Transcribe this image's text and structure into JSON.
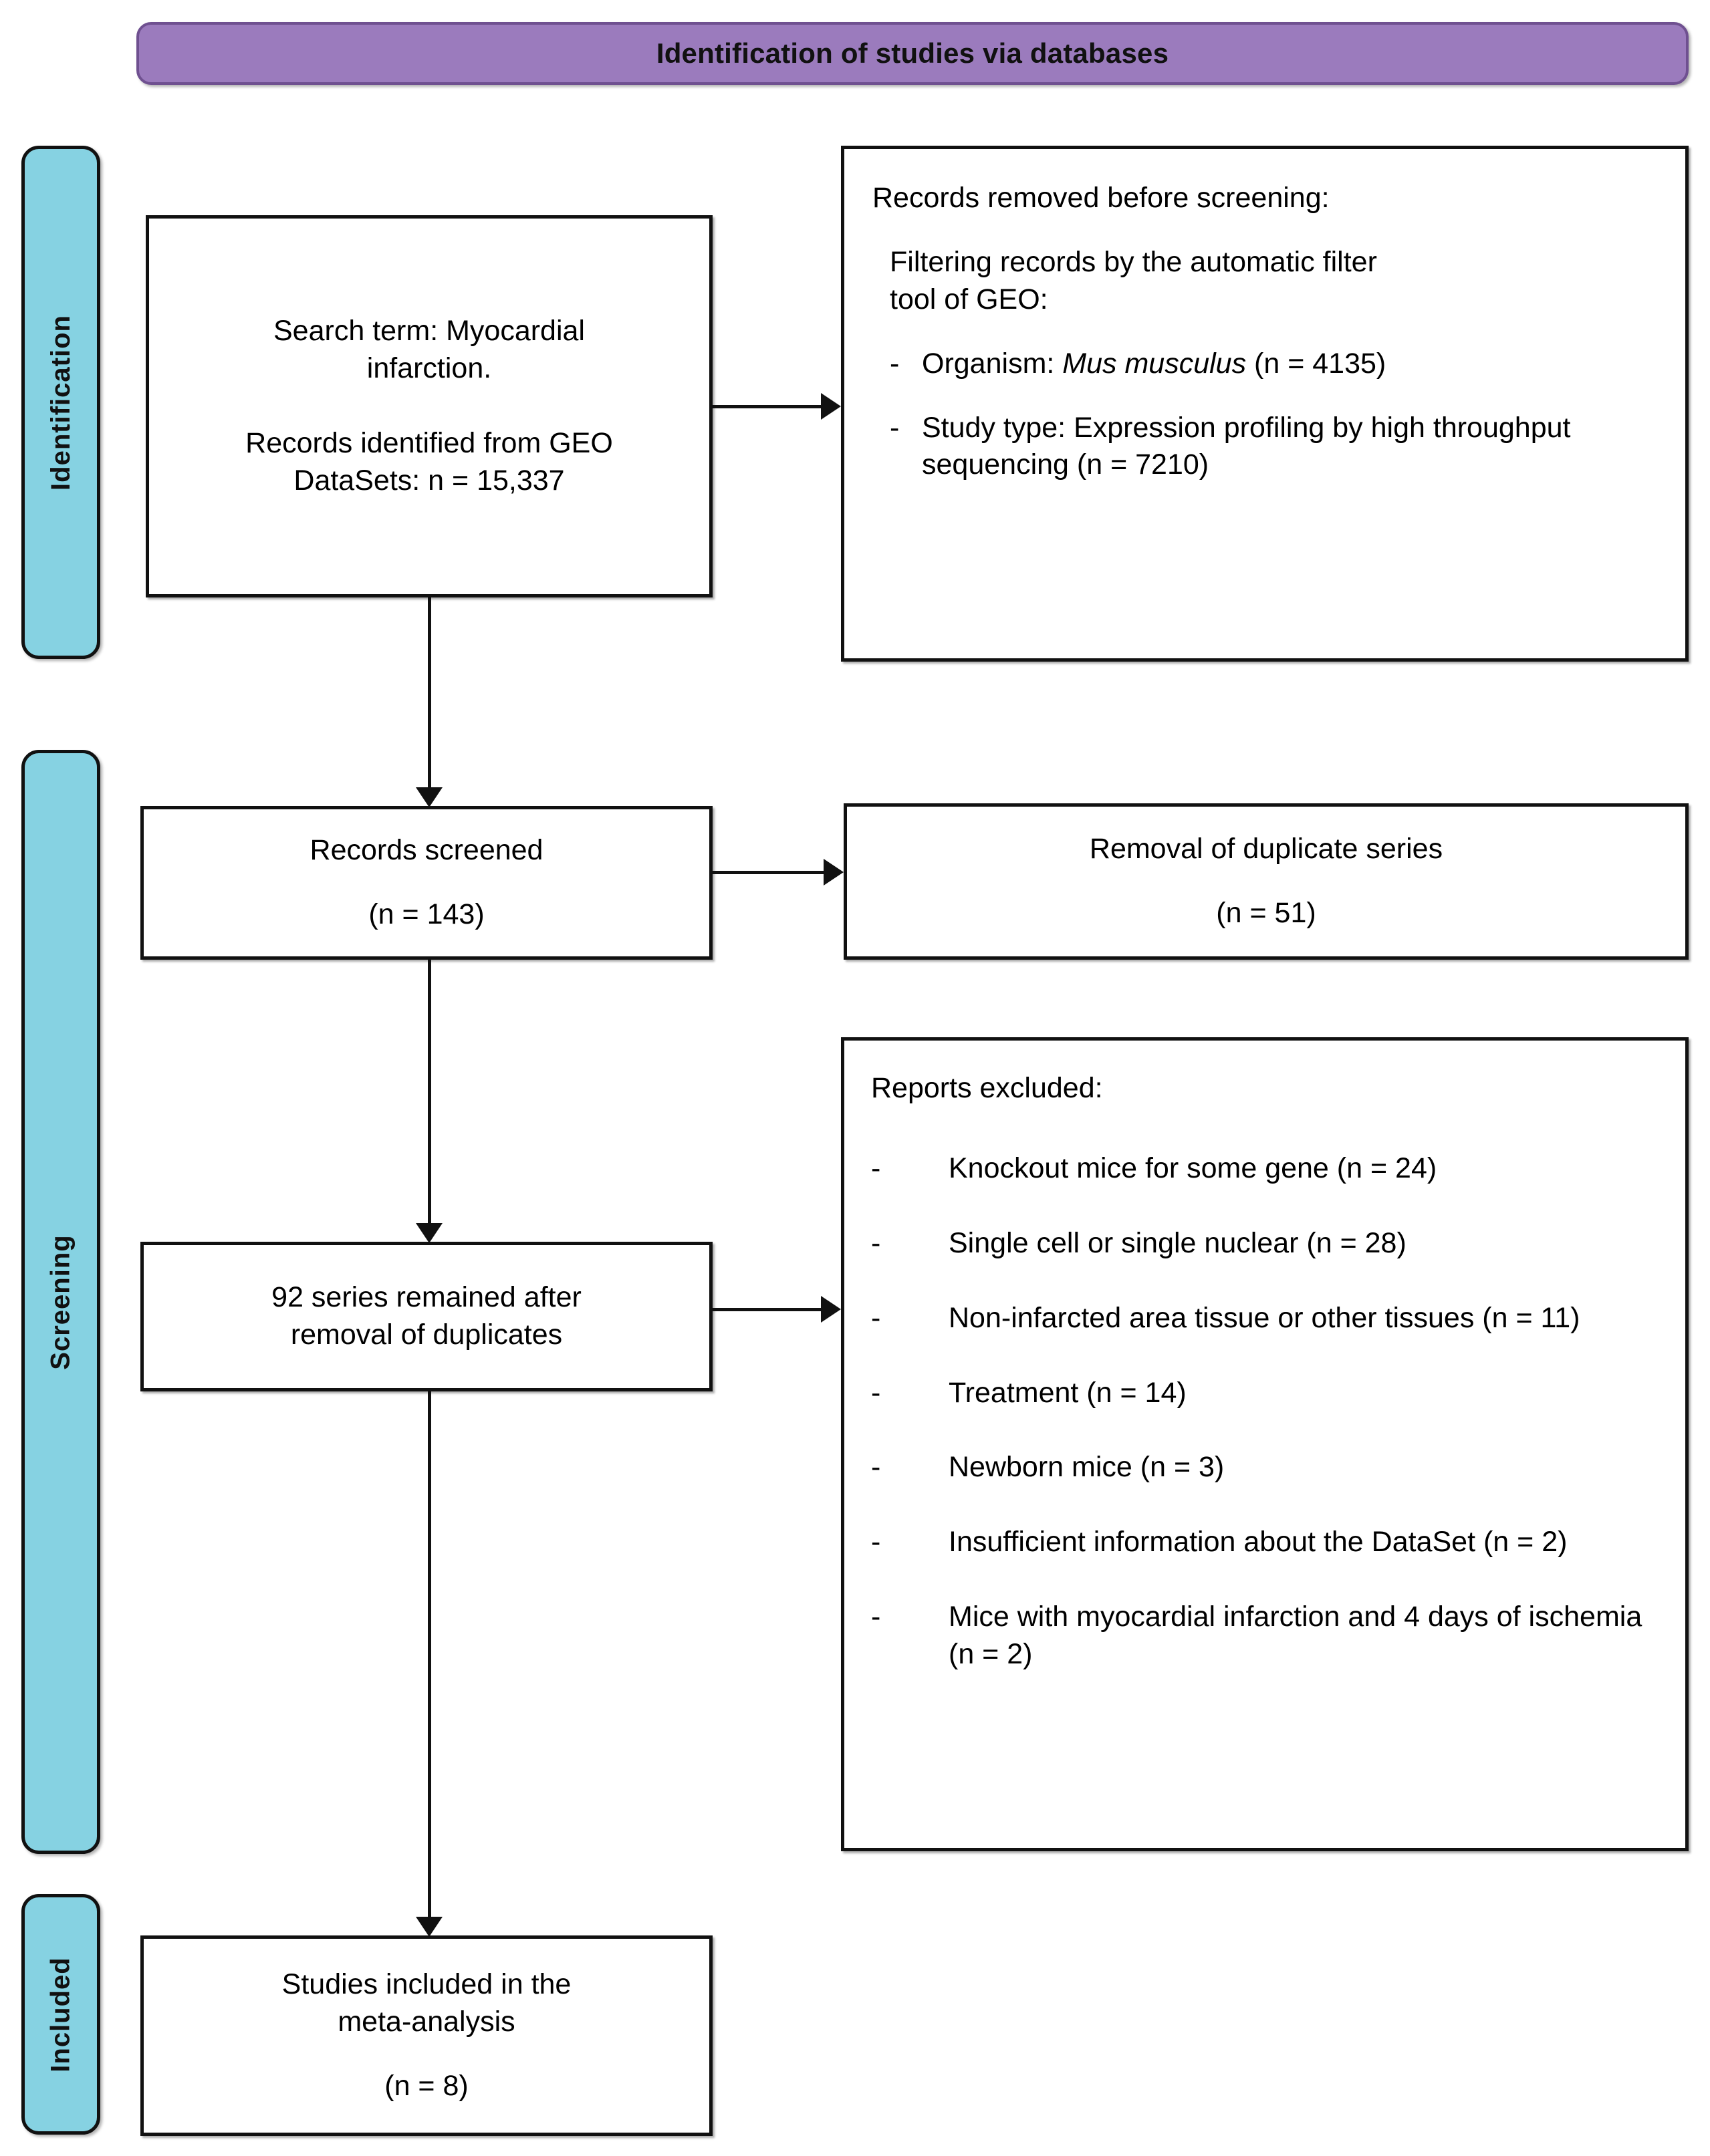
{
  "header": {
    "title": "Identification of studies via databases",
    "banner_color": "#9b7bbd"
  },
  "stages": [
    {
      "label": "Identification",
      "color": "#86d2e2"
    },
    {
      "label": "Screening",
      "color": "#86d2e2"
    },
    {
      "label": "Included",
      "color": "#86d2e2"
    }
  ],
  "boxes": {
    "identified": {
      "line1": "Search term: Myocardial",
      "line2": "infarction.",
      "line3": "Records identified from GEO",
      "line4": "DataSets: n = 15,337"
    },
    "removed_before_screening": {
      "heading": "Records removed before screening:",
      "subheading_line1": "Filtering records by the automatic filter",
      "subheading_line2": "tool of GEO:",
      "items": [
        {
          "dash": "-",
          "pre": "Organism: ",
          "italic": "Mus musculus",
          "post": " (n = 4135)"
        },
        {
          "dash": "-",
          "pre": "Study type: Expression profiling by high throughput sequencing (n = 7210)",
          "italic": "",
          "post": ""
        }
      ]
    },
    "records_screened": {
      "line1": "Records screened",
      "line2": "(n = 143)"
    },
    "duplicates_removed": {
      "line1": "Removal of duplicate series",
      "line2": "(n = 51)"
    },
    "series_remained": {
      "line1": "92 series remained after",
      "line2": "removal of duplicates"
    },
    "reports_excluded": {
      "heading": "Reports excluded:",
      "items": [
        {
          "dash": "-",
          "text": "Knockout mice for some gene (n = 24)"
        },
        {
          "dash": "-",
          "text": "Single cell or single nuclear (n = 28)"
        },
        {
          "dash": "-",
          "text": "Non-infarcted area tissue or other tissues (n = 11)"
        },
        {
          "dash": "-",
          "text": "Treatment (n = 14)"
        },
        {
          "dash": "-",
          "text": "Newborn mice (n = 3)"
        },
        {
          "dash": "-",
          "text": "Insufficient information about the DataSet (n = 2)"
        },
        {
          "dash": "-",
          "text": "Mice with myocardial infarction and 4 days of ischemia (n = 2)"
        }
      ]
    },
    "included": {
      "line1": "Studies included in the",
      "line2": "meta-analysis",
      "line3": "(n = 8)"
    }
  },
  "chart_data": {
    "type": "diagram",
    "title": "Identification of studies via databases",
    "flow": [
      {
        "stage": "Identification",
        "node": "Records identified from GEO DataSets",
        "n": 15337
      },
      {
        "stage": "Identification",
        "node": "Organism: Mus musculus removed",
        "n": 4135
      },
      {
        "stage": "Identification",
        "node": "Study type: Expression profiling by high throughput sequencing removed",
        "n": 7210
      },
      {
        "stage": "Screening",
        "node": "Records screened",
        "n": 143
      },
      {
        "stage": "Screening",
        "node": "Removal of duplicate series",
        "n": 51
      },
      {
        "stage": "Screening",
        "node": "Series remained after removal of duplicates",
        "n": 92
      },
      {
        "stage": "Screening",
        "node": "Excluded: Knockout mice for some gene",
        "n": 24
      },
      {
        "stage": "Screening",
        "node": "Excluded: Single cell or single nuclear",
        "n": 28
      },
      {
        "stage": "Screening",
        "node": "Excluded: Non-infarcted area tissue or other tissues",
        "n": 11
      },
      {
        "stage": "Screening",
        "node": "Excluded: Treatment",
        "n": 14
      },
      {
        "stage": "Screening",
        "node": "Excluded: Newborn mice",
        "n": 3
      },
      {
        "stage": "Screening",
        "node": "Excluded: Insufficient information about the DataSet",
        "n": 2
      },
      {
        "stage": "Screening",
        "node": "Excluded: Mice with myocardial infarction and 4 days of ischemia",
        "n": 2
      },
      {
        "stage": "Included",
        "node": "Studies included in the meta-analysis",
        "n": 8
      }
    ]
  }
}
